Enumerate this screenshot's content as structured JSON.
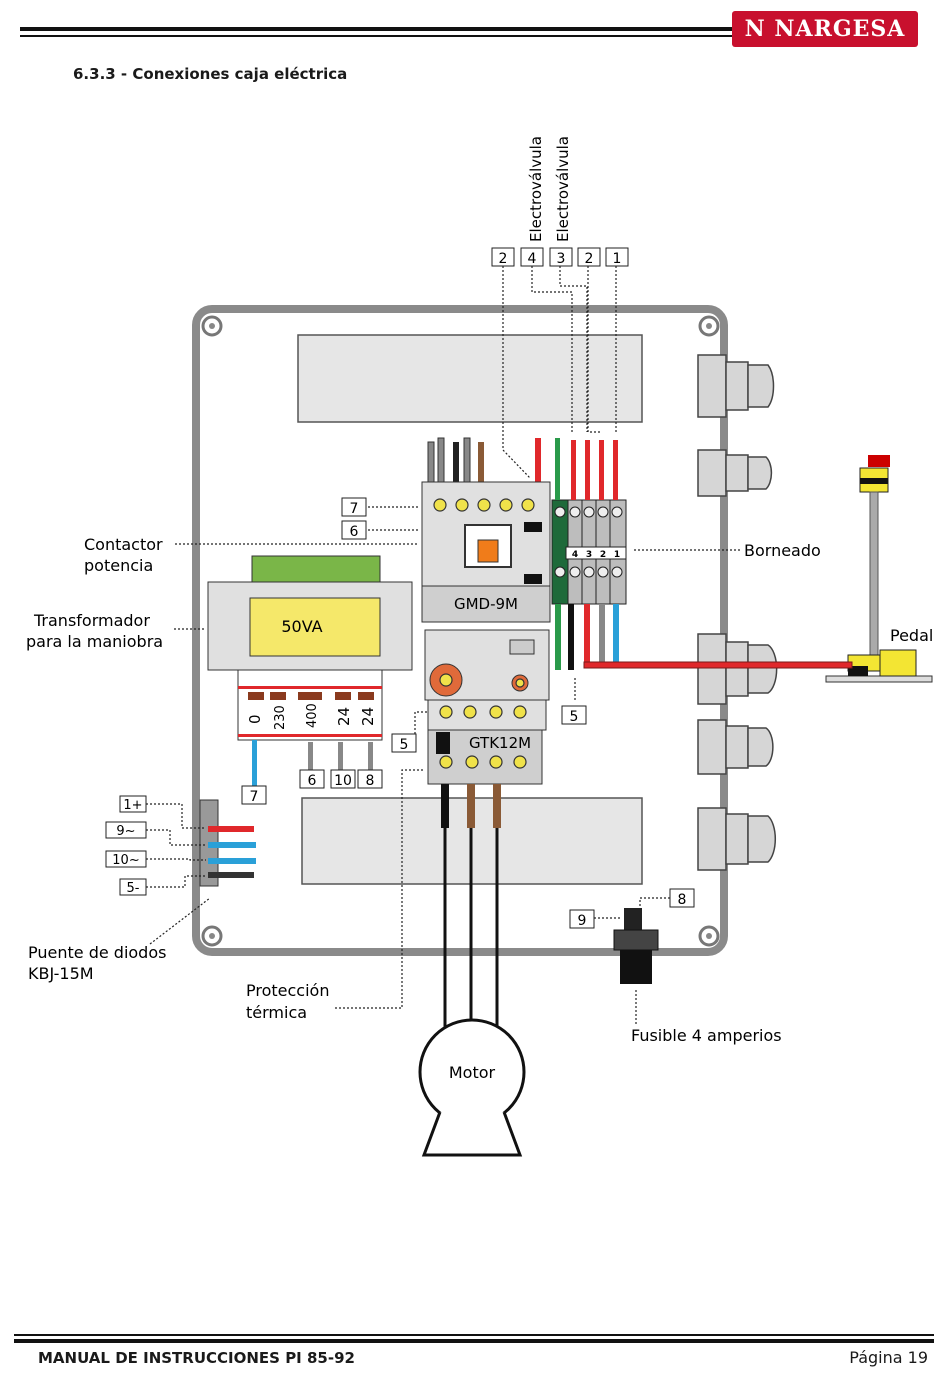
{
  "header": {
    "brand": "NARGESA",
    "section_title": "6.3.3 - Conexiones caja eléctrica"
  },
  "footer": {
    "manual": "MANUAL DE INSTRUCCIONES PI 85-92",
    "page": "Página 19"
  },
  "labels": {
    "electrovalvula_a": "Electroválvula",
    "electrovalvula_b": "Electroválvula",
    "contactor_1": "Contactor",
    "contactor_2": "potencia",
    "transformador_1": "Transformador",
    "transformador_2": "para la maniobra",
    "borneado": "Borneado",
    "pedal": "Pedal",
    "puente_1": "Puente de diodos",
    "puente_2": "KBJ-15M",
    "proteccion_1": "Protección",
    "proteccion_2": "térmica",
    "fusible": "Fusible 4 amperios",
    "motor": "Motor",
    "transformer_va": "50VA",
    "contactor_model": "GMD-9M",
    "relay_model": "GTK12M",
    "trafo_terminals": [
      "0",
      "230",
      "400",
      "24",
      "24"
    ],
    "borne_numbers": [
      "4",
      "3",
      "2",
      "1"
    ]
  },
  "tags": {
    "top": [
      "2",
      "4",
      "3",
      "2",
      "1"
    ],
    "t7a": "7",
    "t6a": "6",
    "t5a": "5",
    "t5b": "5",
    "t7b": "7",
    "t6b": "6",
    "t10": "10",
    "t8a": "8",
    "d1": "1+",
    "d9": "9~",
    "d10": "10~",
    "d5": "5-",
    "t9": "9",
    "t8b": "8"
  },
  "colors": {
    "red": "#e0282b",
    "blue": "#2aa0d8",
    "green": "#2a9a4a",
    "brown": "#8a5a36",
    "panel_gray": "#e6e6e6",
    "frame": "#8a8a8a",
    "transformer_green": "#7ab648",
    "pedal_yellow": "#f3e533",
    "relay_orange": "#e06a3a",
    "screw_yellow": "#f0e24a"
  }
}
